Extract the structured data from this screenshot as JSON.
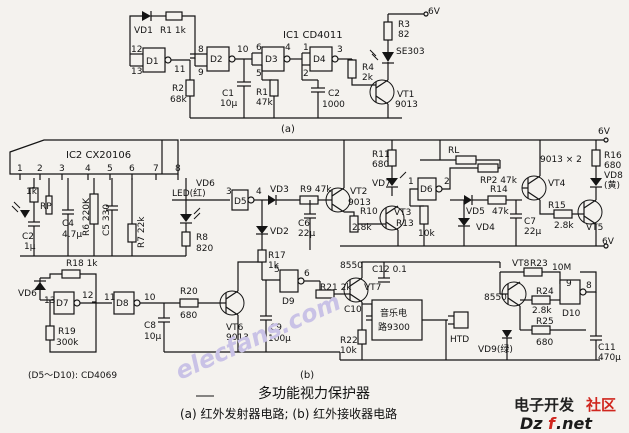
{
  "caption": {
    "title": "多功能视力保护器",
    "subtitle": "(a) 红外发射器电路; (b) 红外接收器电路"
  },
  "watermark": {
    "text": "elecfans.com",
    "logo_cn_1": "电子开发",
    "logo_cn_2": "社区",
    "logo_en_1": "Dz",
    "logo_en_2": "f",
    "logo_en_3": ".net"
  },
  "circuit_a": {
    "label": "(a)",
    "ic1": "IC1 CD4011",
    "vd1": "VD1",
    "r1k": "R1 1k",
    "pin12": "12",
    "pin13": "13",
    "pin11": "11",
    "d1": "D1",
    "pin8": "8",
    "pin9": "9",
    "d2": "D2",
    "pin10": "10",
    "pin6": "6",
    "pin5": "5",
    "d3": "D3",
    "pin4": "4",
    "pin1": "1",
    "pin2": "2",
    "d4": "D4",
    "pin3": "3",
    "r2": "R2",
    "r2v": "68k",
    "c1": "C1",
    "c1v": "10μ",
    "r1": "R1",
    "r1v": "47k",
    "c2": "C2",
    "c2v": "1000",
    "r3": "R3",
    "r3v": "82",
    "se": "SE303",
    "v6": "6V",
    "r4": "R4",
    "r4v": "2k",
    "vt1": "VT1",
    "vt1v": "9013"
  },
  "circuit_b": {
    "label": "(b)",
    "ic2": "IC2 CX20106",
    "pins": [
      "1",
      "2",
      "3",
      "4",
      "5",
      "6",
      "7",
      "8"
    ],
    "r1k": "1k",
    "rp": "RP",
    "c2": "C2",
    "c2v": "1μ",
    "c4": "C4",
    "c4v": "4.7μ",
    "r6": "R6 220K",
    "c5": "C5 330",
    "r7": "R7 22k",
    "led": "LED(红)",
    "vd6": "VD6",
    "r8": "R8",
    "r8v": "820",
    "p3": "3",
    "d5": "D5",
    "p4": "4",
    "vd3": "VD3",
    "r9": "R9 47k",
    "c6": "C6",
    "c6v": "22μ",
    "vd2": "VD2",
    "r11": "R11",
    "r11v": "680",
    "vt2": "VT2",
    "vt2v": "9013",
    "r10": "R10",
    "r10v": "2.8k",
    "vd7": "VD7",
    "vt3": "VT3",
    "rl": "RL",
    "rp2": "RP2 47k",
    "d6": "D6",
    "p1": "1",
    "p2": "2",
    "r13": "R13",
    "r13v": "10k",
    "vd5": "VD5",
    "r14": "R14",
    "r14v": "47k",
    "vd4": "VD4",
    "c7": "C7",
    "c7v": "22μ",
    "r15": "R15",
    "r15v": "2.8k",
    "vt4": "VT4",
    "vt5": "VT5",
    "q9013x2": "9013 × 2",
    "r16": "R16",
    "r16v": "680",
    "vd8": "VD8",
    "vd8c": "(黄)",
    "v6a": "6V",
    "v6b": "6V",
    "vd6b": "VD6",
    "r18": "R18 1k",
    "p13": "13",
    "p12": "12",
    "d7": "D7",
    "p11": "11",
    "d8": "D8",
    "p10": "10",
    "r19": "R19",
    "r19v": "300k",
    "c8": "C8",
    "c8v": "10μ",
    "r20": "R20",
    "r20v": "680",
    "vt6": "VT6",
    "vt6v": "9013",
    "r17": "R17",
    "r17v": "1k",
    "p5": "5",
    "p6": "6",
    "d9": "D9",
    "r21": "R21 2k",
    "c9": "C9",
    "c9v": "100μ",
    "q8550a": "8550",
    "vt7": "VT7",
    "c10": "C10",
    "c12": "C12 0.1",
    "r22": "R22",
    "r22v": "10k",
    "ic_music1": "音乐电",
    "ic_music2": "路9300",
    "htd": "HTD",
    "vt8": "VT8",
    "r23": "R23",
    "r23v": "10M",
    "q8550b": "8550",
    "r24": "R24",
    "r24v": "2.8k",
    "p9": "9",
    "p8": "8",
    "d10": "D10",
    "r25": "R25",
    "r25v": "680",
    "vd9": "VD9(绿)",
    "c11": "C11",
    "c11v": "470μ",
    "note": "(D5～D10): CD4069"
  }
}
